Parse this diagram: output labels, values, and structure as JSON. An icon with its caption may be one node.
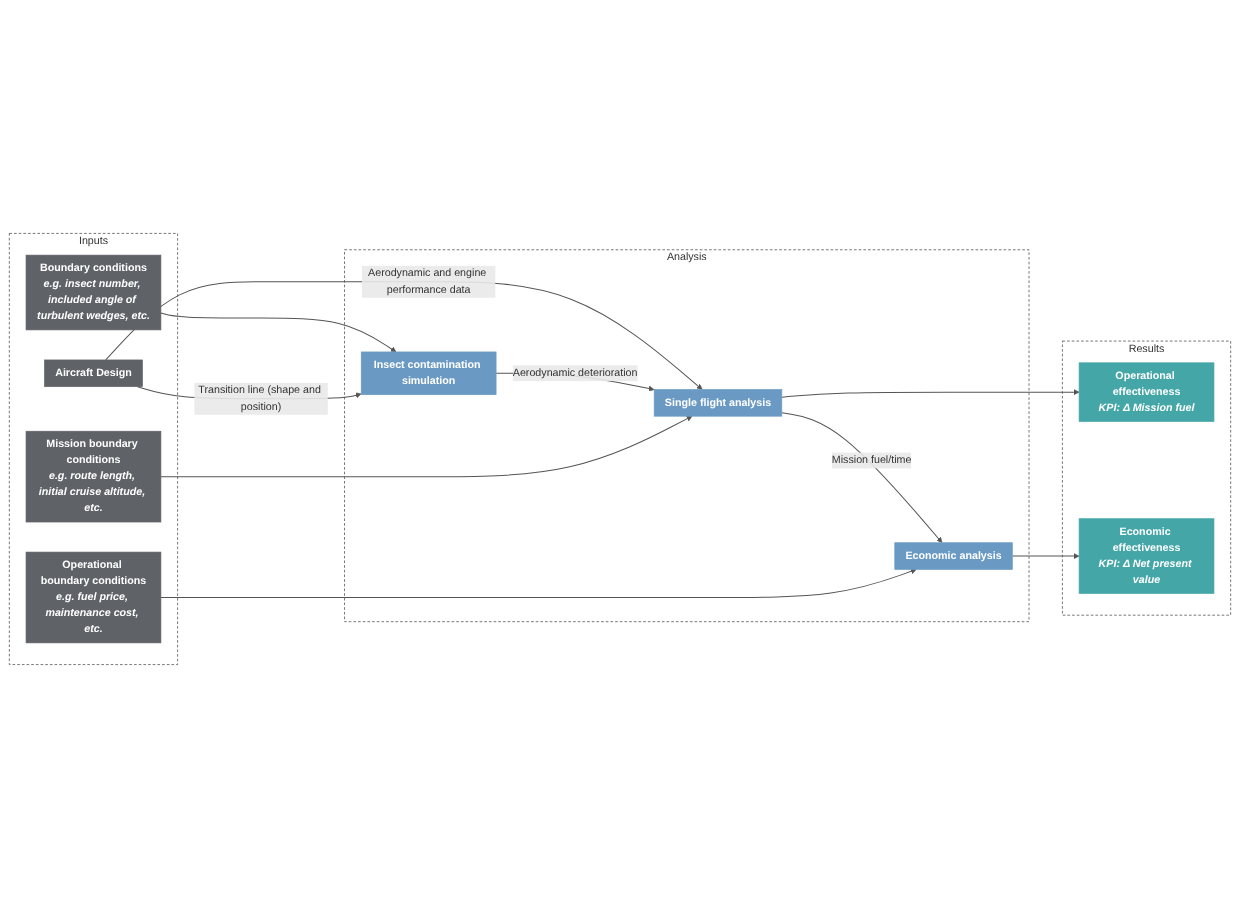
{
  "diagram": {
    "nodes": [
      {
        "text": [
          "Inputs"
        ]
      },
      {
        "text": [
          "Boundary conditions",
          "e.g. insect number, included angle of turbulent wedges, etc."
        ],
        "in": 0
      },
      {
        "text": [
          "Aircraft Design"
        ],
        "in": 0
      },
      {
        "text": [
          "Mission boundary conditions",
          "e.g. route length, initial cruise altitude, etc."
        ],
        "in": 0
      },
      {
        "text": [
          "Operational boundary conditions",
          "e.g. fuel price, maintenance cost, etc."
        ],
        "in": 0
      },
      {
        "text": [
          "Analysis"
        ]
      },
      {
        "text": [
          "Insect contamination simulation"
        ],
        "in": 5
      },
      {
        "text": [
          "Single flight analysis"
        ],
        "in": 5
      },
      {
        "text": [
          "Economic analysis"
        ],
        "in": 5
      },
      {
        "text": [
          "Results"
        ]
      },
      {
        "text": [
          "Operational effectiveness",
          "KPI: Δ Mission fuel"
        ],
        "in": 9
      },
      {
        "text": [
          "Economic effectiveness",
          "KPI: Δ Net present value"
        ],
        "in": 9
      }
    ],
    "edges": [
      {
        "from": 1,
        "to": 6,
        "arrow": "to"
      },
      {
        "from": 2,
        "to": 6,
        "arrow": "to",
        "label": "Transition line (shape and position)"
      },
      {
        "from": 2,
        "to": 7,
        "arrow": "to",
        "label": "Aerodynamic and engine performance data"
      },
      {
        "from": 6,
        "to": 7,
        "arrow": "to",
        "label": "Aerodynamic deterioration"
      },
      {
        "from": 3,
        "to": 7,
        "arrow": "to"
      },
      {
        "from": 7,
        "to": 8,
        "arrow": "to",
        "label": "Mission fuel/time"
      },
      {
        "from": 4,
        "to": 8,
        "arrow": "to"
      },
      {
        "from": 7,
        "to": 10,
        "arrow": "to"
      },
      {
        "from": 8,
        "to": 11,
        "arrow": "to"
      }
    ]
  }
}
